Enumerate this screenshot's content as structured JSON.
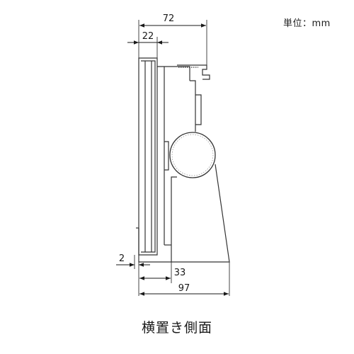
{
  "unit_label": "単位：mm",
  "caption": "横置き側面",
  "dimensions": {
    "overall_top": "72",
    "front_top": "22",
    "bottom_small": "2",
    "bottom_mid": "33",
    "bottom_overall": "97"
  }
}
